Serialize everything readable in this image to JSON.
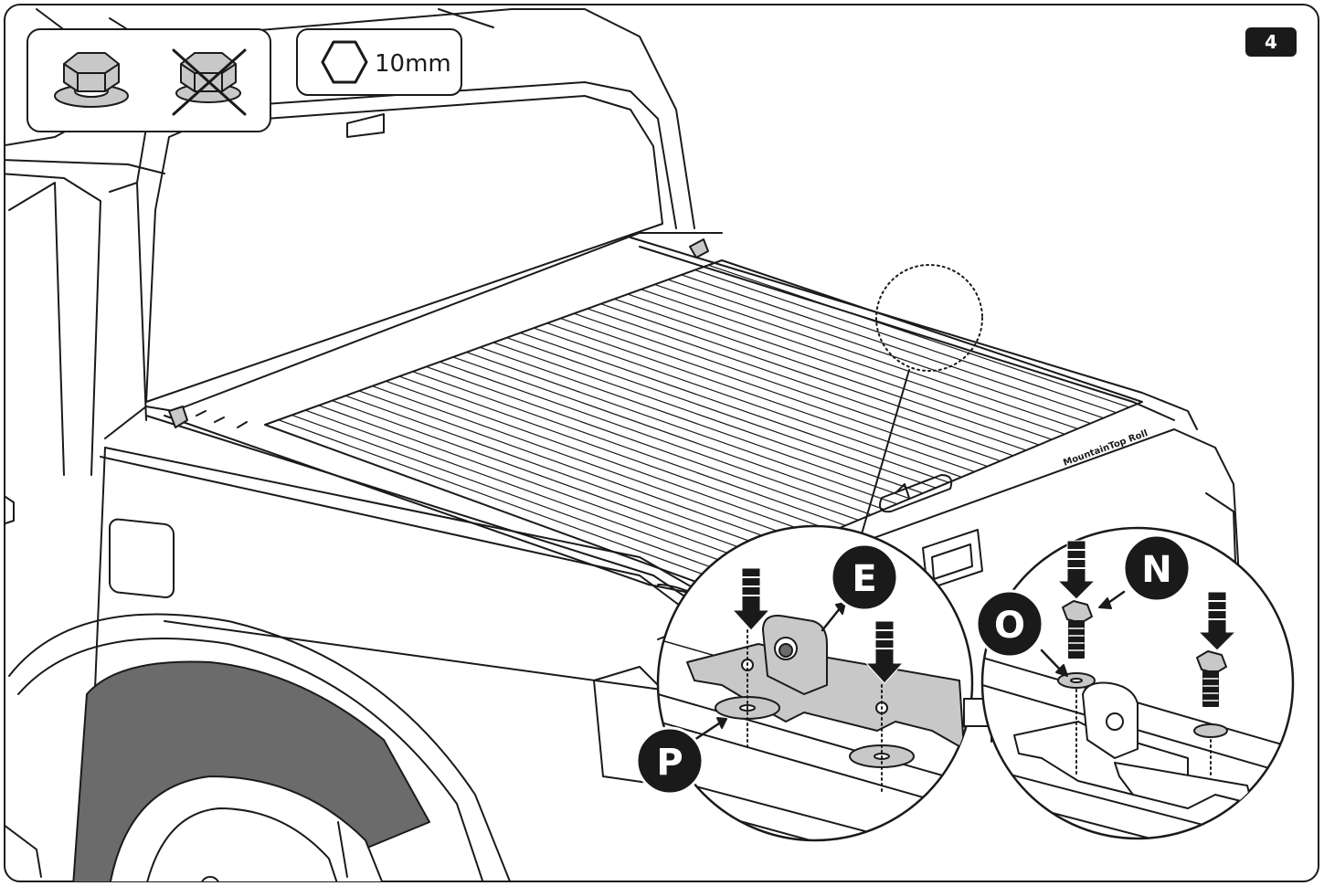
{
  "step": {
    "number": "4"
  },
  "tool": {
    "size": "10mm",
    "icon": "hex-wrench-icon"
  },
  "hardware_legend": {
    "correct_icon": "bolt-with-washer-icon",
    "incorrect_icon": "bolt-crossed-out-icon"
  },
  "callouts": {
    "E": "E",
    "N": "N",
    "O": "O",
    "P": "P"
  },
  "cover_brand": "MountainTop Roll",
  "colors": {
    "line": "#1a1a1a",
    "part_grey": "#c8c8c8",
    "fender_dark": "#6b6b6b",
    "badge": "#1a1a1a"
  }
}
